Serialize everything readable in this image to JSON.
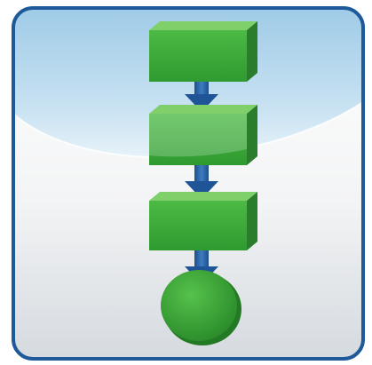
{
  "icon": {
    "name": "workflow-flowchart-icon",
    "shapes": [
      "rectangle",
      "rectangle",
      "rectangle",
      "circle"
    ],
    "connectors": [
      "arrow-down",
      "arrow-down",
      "arrow-down"
    ],
    "colors": {
      "frame_border": "#1e5a9a",
      "frame_background_top": "#ffffff",
      "frame_background_bottom": "#d8dde1",
      "gloss_band": "#a7d0ea",
      "shape_front": "#3fae3c",
      "shape_top": "#7fd06a",
      "shape_side": "#2a7d2a",
      "arrow": "#2a5fa0"
    }
  }
}
